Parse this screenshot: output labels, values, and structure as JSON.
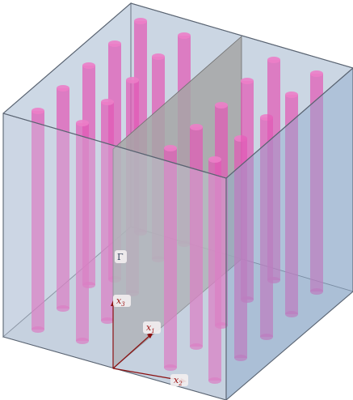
{
  "figure": {
    "interface_label": "Γ",
    "axes": [
      {
        "symbol": "x",
        "sub": "1"
      },
      {
        "symbol": "x",
        "sub": "2"
      },
      {
        "symbol": "x",
        "sub": "3"
      }
    ]
  },
  "colors": {
    "box_face": "#c9d4e2",
    "box_right_face": "#9fb6cf",
    "box_edge": "#5a6472",
    "interface_plane": "#a8a8a8",
    "fiber": "#e259b6",
    "fiber_top": "#ec7ec8",
    "axis": "#8b1010",
    "label_bg": "#f3eef0"
  },
  "icons": [
    "cube-domain",
    "fiber-cylinder",
    "interface-plane",
    "coordinate-axes"
  ]
}
